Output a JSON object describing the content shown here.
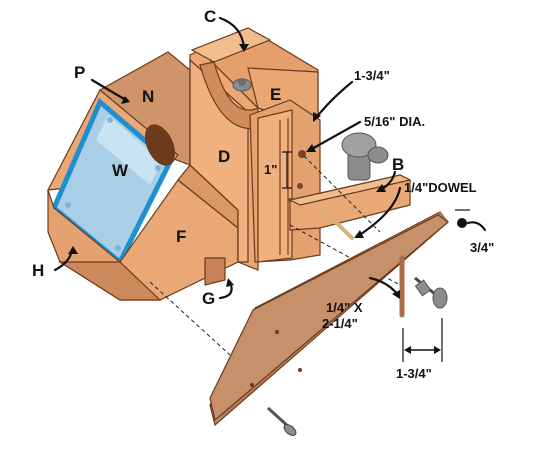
{
  "labels": {
    "C": "C",
    "P": "P",
    "N": "N",
    "E": "E",
    "W": "W",
    "D": "D",
    "F": "F",
    "B": "B",
    "H": "H",
    "G": "G"
  },
  "dimensions": {
    "dim_1_3_4_top": "1-3/4\"",
    "hole_dia": "5/16\" DIA.",
    "one_inch": "1\"",
    "dowel": "1/4\"DOWEL",
    "three_quarter": "3/4\"",
    "dowel_size_line1": "1/4\" X",
    "dowel_size_line2": "2-1/4\"",
    "dim_1_3_4_bottom": "1-3/4\""
  },
  "colors": {
    "wood_light": "#f0b785",
    "wood_mid": "#e2a06f",
    "wood_dark": "#c98257",
    "wood_shadow": "#b06d44",
    "panel_brown": "#c48e68",
    "glass": "#a9cfe6",
    "glass_edge": "#1f8fd0",
    "knob_grey": "#8a8c8e"
  }
}
